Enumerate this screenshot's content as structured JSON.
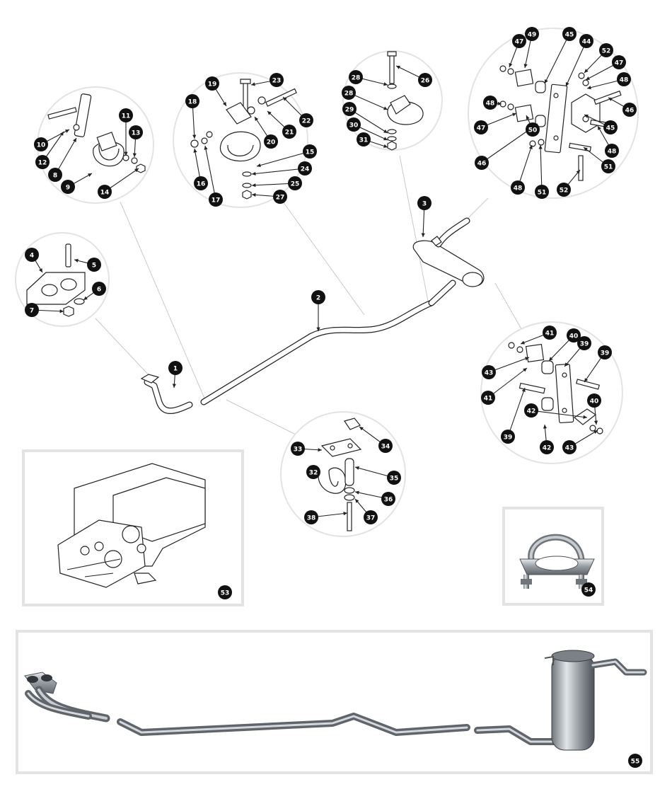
{
  "callouts": [
    "1",
    "2",
    "3",
    "4",
    "5",
    "6",
    "7",
    "8",
    "9",
    "10",
    "11",
    "12",
    "13",
    "14",
    "15",
    "16",
    "17",
    "18",
    "19",
    "20",
    "21",
    "22",
    "23",
    "24",
    "25",
    "26",
    "27",
    "28",
    "29",
    "30",
    "31",
    "32",
    "33",
    "34",
    "35",
    "36",
    "37",
    "38",
    "39",
    "40",
    "41",
    "42",
    "43",
    "44",
    "45",
    "46",
    "47",
    "48",
    "49",
    "50",
    "51",
    "52",
    "53",
    "54",
    "55"
  ],
  "colors": {
    "callout": "#111111",
    "line": "#222222",
    "frame": "#e3e3e3",
    "metal": "#9aa0a6"
  }
}
